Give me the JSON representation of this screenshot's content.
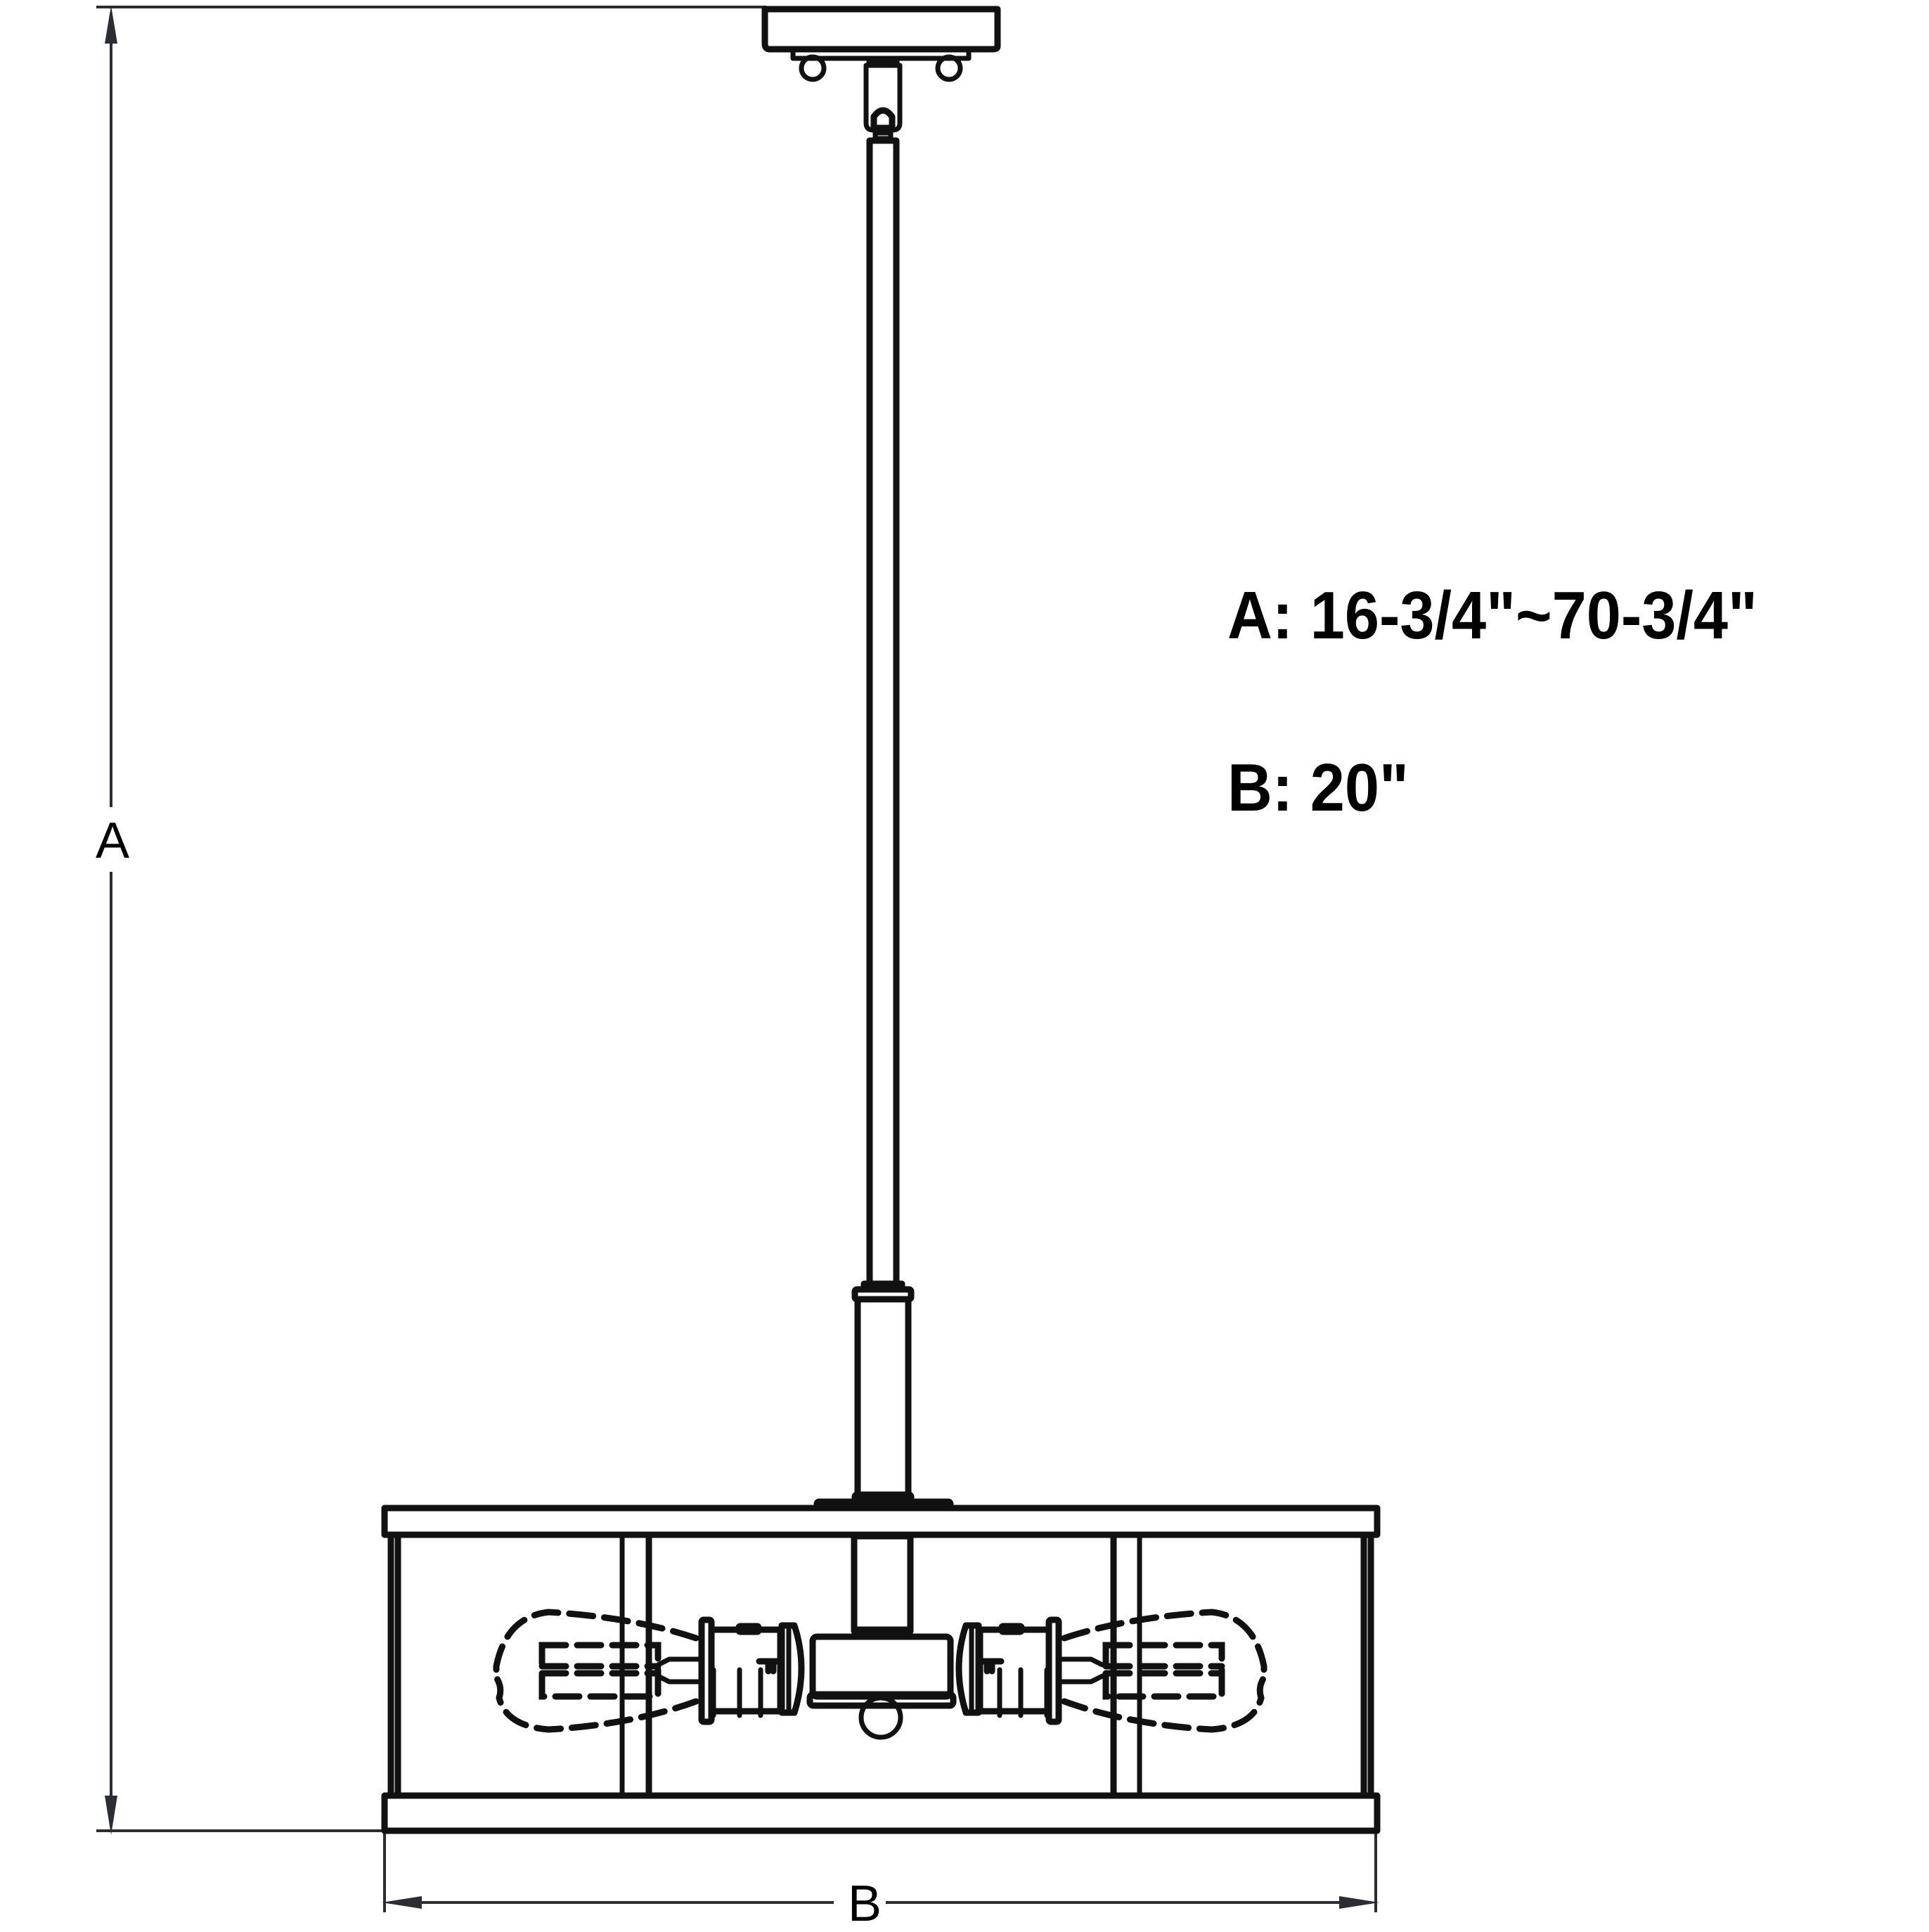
{
  "diagram": {
    "type": "dimension drawing",
    "subject": "4-light pendant fixture with downrod",
    "dimension_labels": {
      "A": "A",
      "B": "B"
    },
    "specs": [
      {
        "key": "A",
        "text": "A: 16-3/4\"~70-3/4\""
      },
      {
        "key": "B",
        "text": "B: 20\""
      }
    ],
    "colors": {
      "line": "#111111",
      "dimension_line": "#2b2d33",
      "background": "#ffffff"
    }
  }
}
